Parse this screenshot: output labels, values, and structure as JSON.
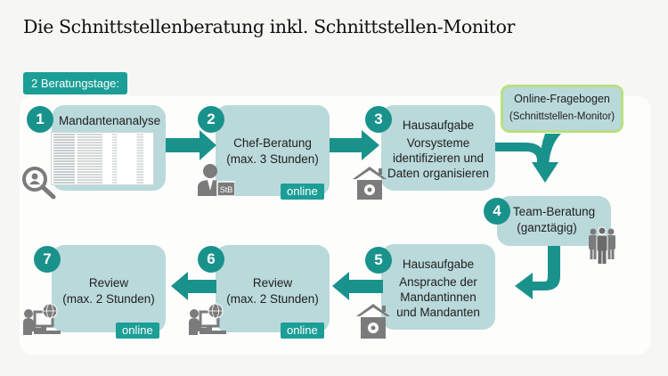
{
  "title": "Die Schnittstellenberatung inkl. Schnittstellen-Monitor",
  "days_badge": "2 Beratungstage:",
  "colors": {
    "accent": "#1b9e96",
    "step_circle": "#1a928c",
    "box_fill": "#bad9db",
    "questionnaire_border": "#b9df80",
    "icon_gray": "#7b7b7b"
  },
  "questionnaire": {
    "line1": "Online-Fragebogen",
    "line2": "(Schnittstellen-Monitor)"
  },
  "steps": [
    {
      "number": "1",
      "lines": [
        "Mandantenanalyse"
      ],
      "online": null,
      "icon": "search-person-icon"
    },
    {
      "number": "2",
      "lines": [
        "Chef-Beratung",
        "(max. 3 Stunden)"
      ],
      "online": "online",
      "icon": "tax-advisor-icon"
    },
    {
      "number": "3",
      "lines": [
        "Hausaufgabe",
        "Vorsysteme",
        "identifizieren und",
        "Daten organisieren"
      ],
      "online": null,
      "icon": "house-gear-icon"
    },
    {
      "number": "4",
      "lines": [
        "Team-Beratung",
        "(ganztägig)"
      ],
      "online": null,
      "icon": "team-icon"
    },
    {
      "number": "5",
      "lines": [
        "Hausaufgabe",
        "Ansprache der",
        "Mandantinnen",
        "und Mandanten"
      ],
      "online": null,
      "icon": "house-gear-icon"
    },
    {
      "number": "6",
      "lines": [
        "Review",
        "(max. 2 Stunden)"
      ],
      "online": "online",
      "icon": "web-user-icon"
    },
    {
      "number": "7",
      "lines": [
        "Review",
        "(max. 2 Stunden)"
      ],
      "online": "online",
      "icon": "web-user-icon"
    }
  ],
  "tax_badge": "StB"
}
